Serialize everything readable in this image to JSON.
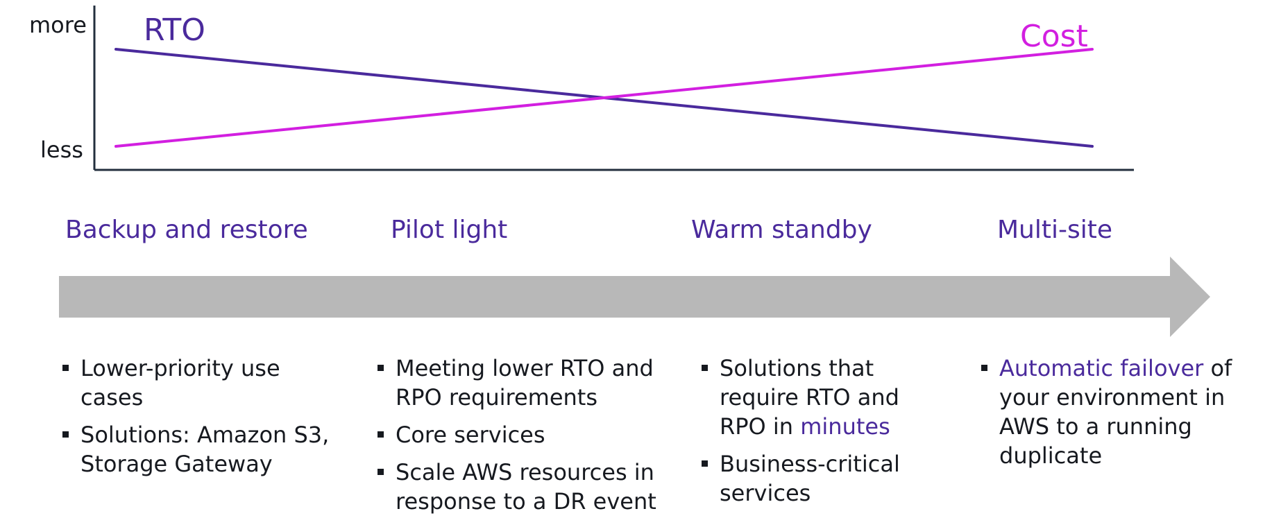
{
  "colors": {
    "rto": "#4a2a9c",
    "cost": "#d21fe0",
    "axis": "#232f3e",
    "arrow": "#b8b8b8",
    "stage": "#4a2a9c",
    "text": "#16191f",
    "highlight": "#4a2a9c"
  },
  "chart_data": {
    "type": "line",
    "x": [
      0,
      1
    ],
    "yticks": [
      "less",
      "more"
    ],
    "ylim": [
      "less",
      "more"
    ],
    "series": [
      {
        "name": "RTO",
        "values": [
          "more",
          "less"
        ]
      },
      {
        "name": "Cost",
        "values": [
          "less",
          "more"
        ]
      }
    ],
    "grid": false,
    "legend": "inline labels"
  },
  "axis": {
    "top_label": "more",
    "bottom_label": "less"
  },
  "stages": [
    {
      "label": "Backup and restore"
    },
    {
      "label": "Pilot light"
    },
    {
      "label": "Warm standby"
    },
    {
      "label": "Multi-site"
    }
  ],
  "details": {
    "backup": {
      "b1": "Lower-priority use cases",
      "b2": "Solutions: Amazon S3, Storage Gateway"
    },
    "pilot": {
      "b1": "Meeting lower RTO and RPO requirements",
      "b2": "Core services",
      "b3": "Scale AWS resources in response to a DR event"
    },
    "warm": {
      "b1_pre": "Solutions that require RTO and RPO in ",
      "b1_hl": "minutes",
      "b2": "Business-critical services"
    },
    "multi": {
      "b1_hl": "Automatic failover",
      "b1_post": " of your environment in AWS to a running duplicate"
    }
  }
}
